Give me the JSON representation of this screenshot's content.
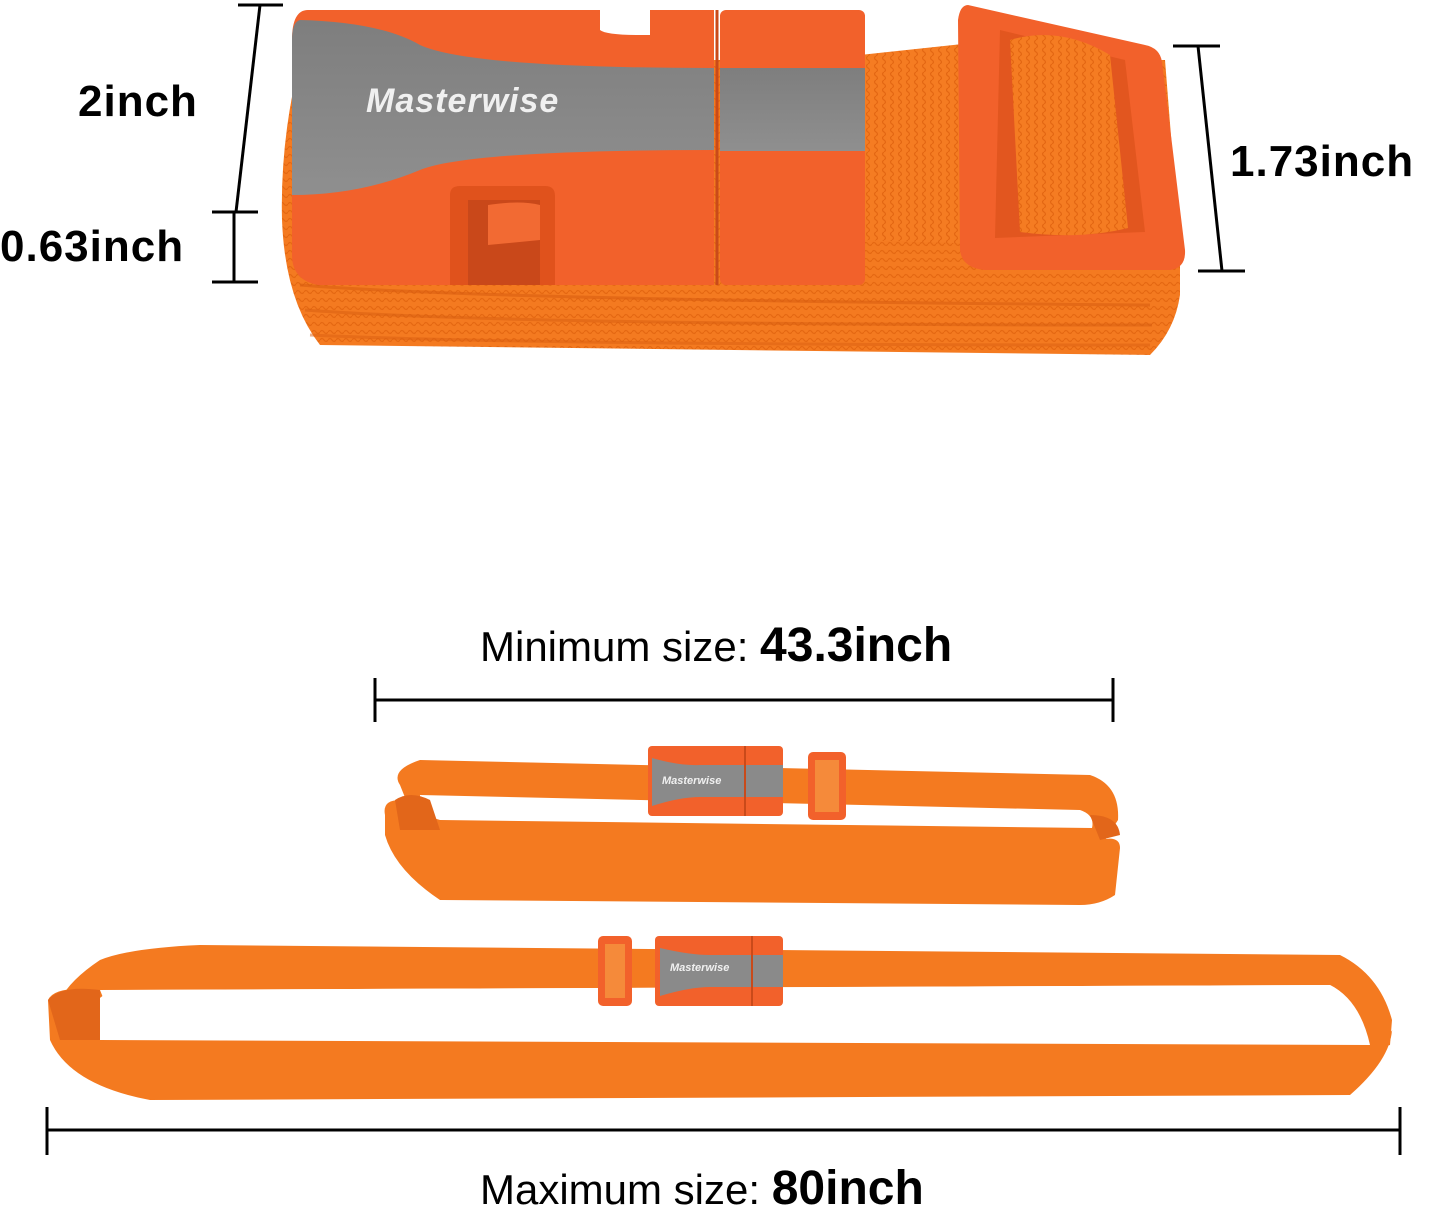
{
  "product": {
    "brand": "Masterwise",
    "type": "luggage strap",
    "colors": {
      "strap": "#F47A20",
      "strap_dark": "#E2661A",
      "buckle": "#F2612B",
      "buckle_shadow": "#D84F1E",
      "band": "#8A8A8A",
      "band_light": "#9A9A9A",
      "logo_text": "#F0F0F0",
      "dimension_line": "#000000"
    }
  },
  "top_dimensions": {
    "buckle_height": "2inch",
    "buckle_thickness": "0.63inch",
    "strap_width": "1.73inch"
  },
  "size_range": {
    "min_prefix": "Minimum size:",
    "min_value": "43.3inch",
    "max_prefix": "Maximum size:",
    "max_value": "80inch"
  },
  "logo_labels": {
    "main_buckle": "Masterwise",
    "small_loop_buckle": "Masterwise",
    "large_loop_buckle": "Masterwise"
  }
}
